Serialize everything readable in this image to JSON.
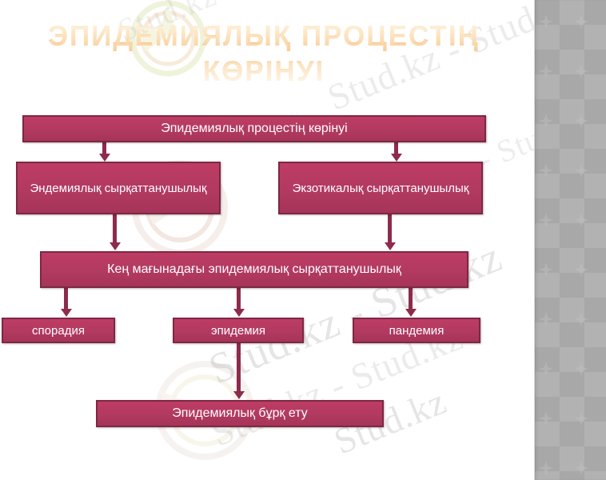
{
  "slide": {
    "title": "Эпидемиялық процестің көрінуі",
    "title_line1": "ЭПИДЕМИЯЛЫҚ ПРОЦЕСТІҢ",
    "title_line2": "КӨРІНУІ",
    "background_color": "#ffffff",
    "accent_color": "#b23a61",
    "accent_border_color": "#7e2743",
    "title_gradient_from": "#fbd9a4",
    "title_gradient_to": "#f5a953",
    "side_pattern_color": "#a8a8a8"
  },
  "diagram": {
    "type": "flowchart",
    "nodes": [
      {
        "id": "root",
        "label": "Эпидемиялық процестің көрінуі"
      },
      {
        "id": "endemic",
        "label": "Эндемиялық сырқаттанушылық"
      },
      {
        "id": "exotic",
        "label": "Экзотикалық сырқаттанушылық"
      },
      {
        "id": "wide",
        "label": "Кең мағынадағы эпидемиялық сырқаттанушылық"
      },
      {
        "id": "sporadia",
        "label": "спорадия"
      },
      {
        "id": "epidemia",
        "label": "эпидемия"
      },
      {
        "id": "pandemia",
        "label": "пандемия"
      },
      {
        "id": "outbreak",
        "label": "Эпидемиялық бұрқ ету"
      }
    ],
    "edges": [
      {
        "from": "root",
        "to": "endemic"
      },
      {
        "from": "root",
        "to": "exotic"
      },
      {
        "from": "endemic",
        "to": "wide"
      },
      {
        "from": "exotic",
        "to": "wide"
      },
      {
        "from": "wide",
        "to": "sporadia"
      },
      {
        "from": "wide",
        "to": "epidemia"
      },
      {
        "from": "wide",
        "to": "pandemia"
      },
      {
        "from": "epidemia",
        "to": "outbreak"
      }
    ]
  },
  "watermark": {
    "text_full": "Stud.kz - Stud.kz",
    "text_short": "Stud.kz",
    "color": "#8e8e92"
  }
}
